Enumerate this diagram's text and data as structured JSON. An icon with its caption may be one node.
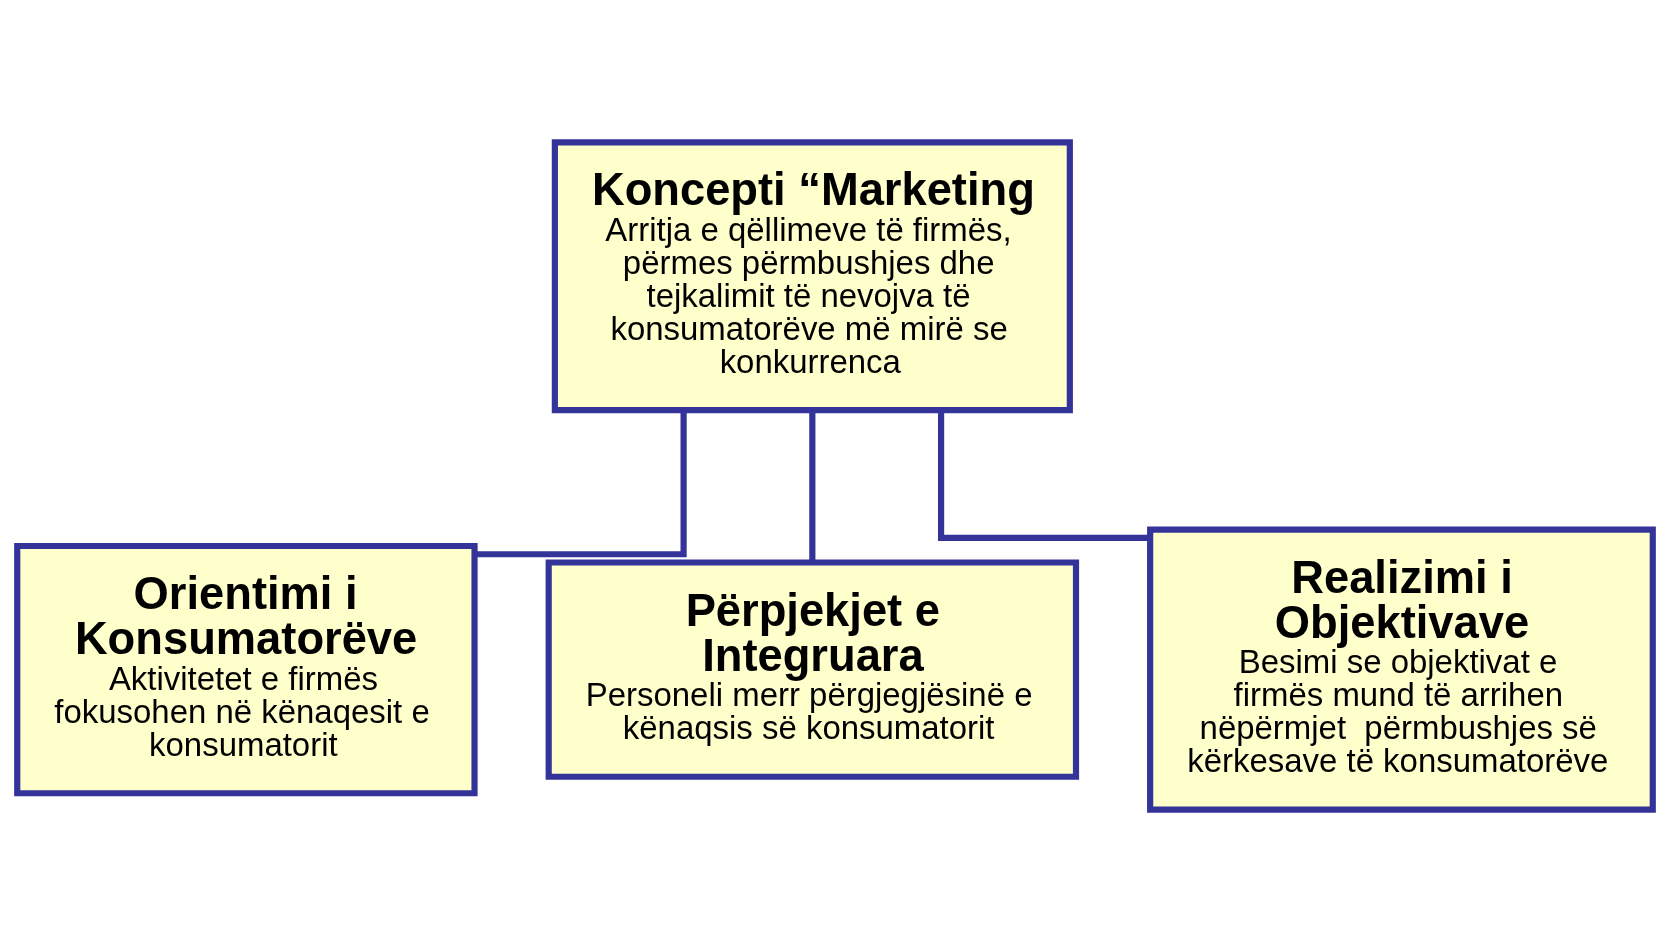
{
  "diagram": {
    "nodes": [
      {
        "text": [
          "Koncepti “Marketing",
          "Arritja e qëllimeve të firmës, përmes përmbushjes dhe tejkalimit të nevojva të konsumatorëve më mirë se konkurrenca"
        ]
      },
      {
        "text": [
          "Orientimi i Konsumatorëve",
          "Aktivitetet e firmës fokusohen në kënaqesit e konsumatorit"
        ]
      },
      {
        "text": [
          "Përpjekjet e Integruara",
          "Personeli merr përgjegjësinë e kënaqsis së konsumatorit"
        ]
      },
      {
        "text": [
          "Realizimi i Objektivave",
          "Besimi se objektivat e firmës mund të arrihen nëpërmjet  përmbushjes së kërkesave të konsumatorëve"
        ]
      }
    ],
    "edges": [
      {
        "from": 0,
        "to": 1,
        "arrow": "none"
      },
      {
        "from": 0,
        "to": 2,
        "arrow": "none"
      },
      {
        "from": 0,
        "to": 3,
        "arrow": "none"
      }
    ]
  }
}
